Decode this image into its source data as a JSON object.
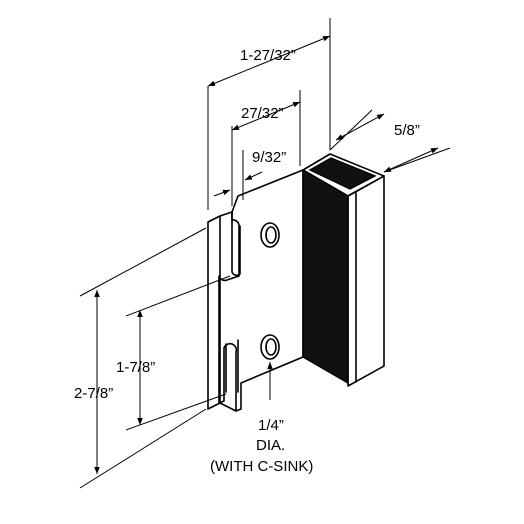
{
  "dimensions": {
    "width_overall": "1-27/32”",
    "width_inner": "27/32”",
    "offset": "9/32”",
    "depth": "5/8”",
    "slot_spacing": "1-7/8”",
    "height_overall": "2-7/8”"
  },
  "hole_note": {
    "size": "1/4”",
    "line2": "DIA.",
    "line3": "(WITH C-SINK)"
  }
}
